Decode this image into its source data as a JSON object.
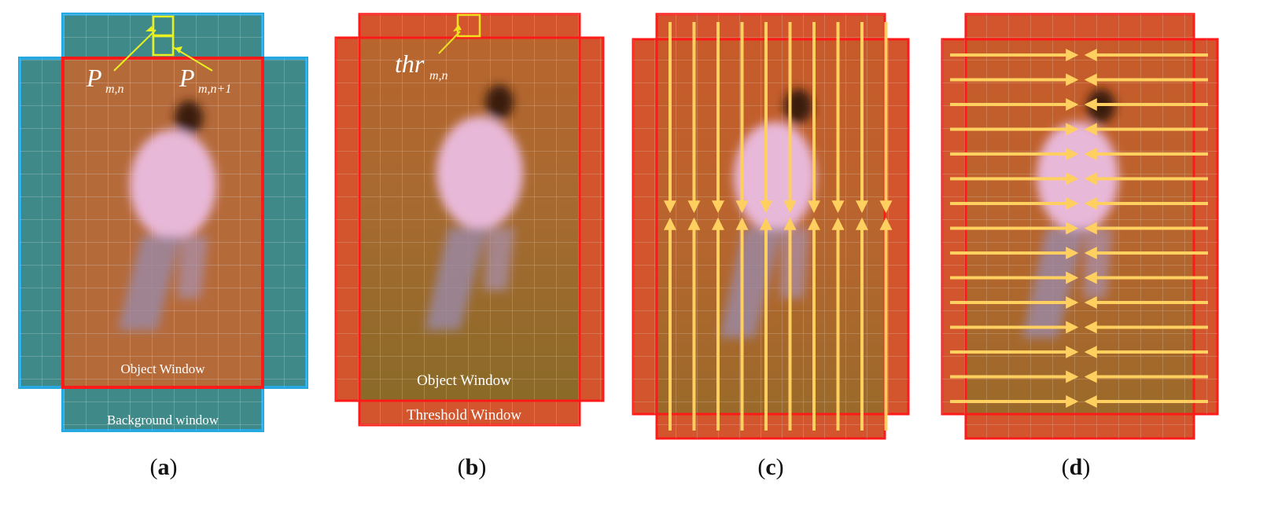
{
  "panels": [
    {
      "id": "a",
      "caption": "a",
      "labels": {
        "pixel_1": "P",
        "pixel_1_sub": "m,n",
        "pixel_2": "P",
        "pixel_2_sub": "m,n+1",
        "object_window": "Object Window",
        "background_window": "Background window"
      }
    },
    {
      "id": "b",
      "caption": "b",
      "labels": {
        "threshold": "thr",
        "threshold_sub": "m,n",
        "object_window": "Object Window",
        "threshold_window": "Threshold Window"
      }
    },
    {
      "id": "c",
      "caption": "c"
    },
    {
      "id": "d",
      "caption": "d"
    }
  ],
  "colors": {
    "background_window_border": "#27a8e0",
    "object_window_border": "#ff1a1a",
    "highlight_box": "#e8f020",
    "arrow": "#ffd060",
    "grid": "#d8d8d8"
  }
}
